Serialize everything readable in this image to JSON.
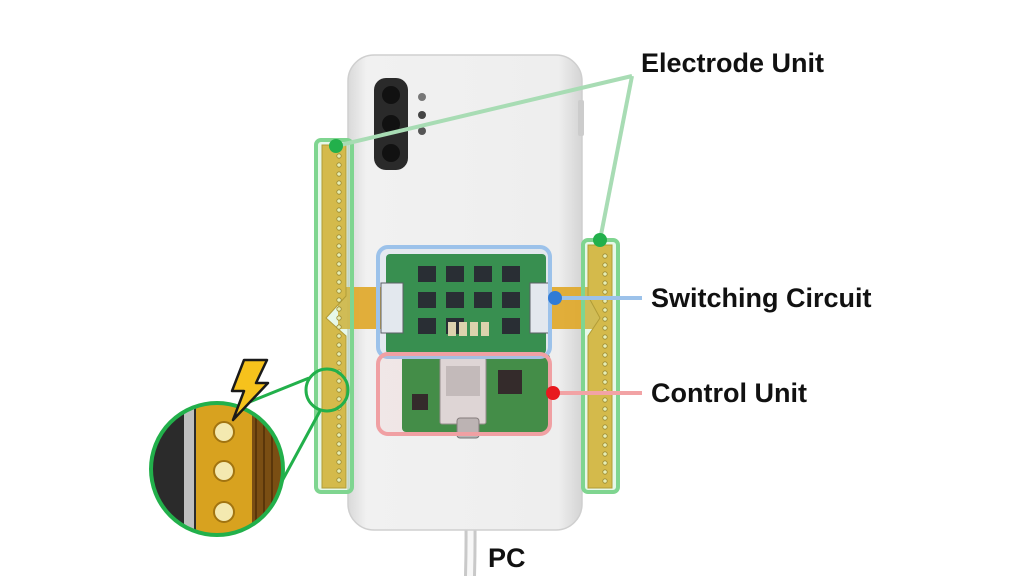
{
  "labels": {
    "electrode": "Electrode Unit",
    "switching": "Switching Circuit",
    "control": "Control Unit",
    "pc": "PC"
  },
  "colors": {
    "electrode": "#22b04b",
    "electrode_line": "#a8dcb4",
    "switching": "#2f7bd6",
    "switching_line": "#9cc2ea",
    "control": "#e8191e",
    "control_line": "#f2a3a5",
    "flex_cable": "#e0a82a",
    "pcb": "#2d8a3c",
    "phone": "#ececec",
    "bolt": "#f6c21c"
  },
  "icons": {
    "bolt": "lightning-bolt-icon",
    "magnifier": "zoom-inset"
  }
}
